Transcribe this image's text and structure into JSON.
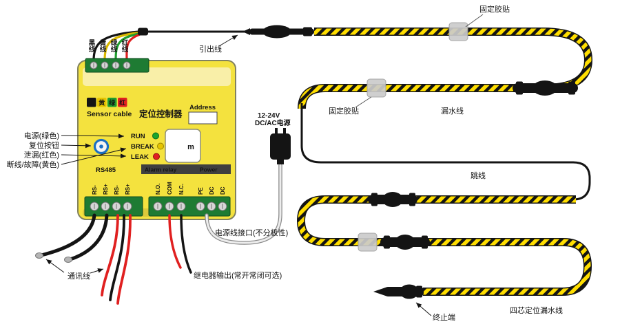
{
  "colors": {
    "controller_body": "#F4E23E",
    "terminal_block_green": "#1E7B33",
    "braid_yellow": "#FFDE00",
    "braid_black": "#141414",
    "led_run_green": "#1BA52D",
    "led_break_yellow": "#E6C400",
    "led_leak_red": "#E02020",
    "reset_button_blue": "#1A6FC4",
    "wire_black": "#141414",
    "wire_yellow": "#D9B800",
    "wire_green": "#1F9D2F",
    "wire_red": "#E02020",
    "tape_gray": "#CBCBCB"
  },
  "controller": {
    "title": "定位控制器",
    "sensor_cable": "Sensor cable",
    "chips": [
      "黑",
      "黄",
      "绿",
      "红"
    ],
    "address": "Address",
    "leds": {
      "run": "RUN",
      "break": "BREAK",
      "leak": "LEAK"
    },
    "display_unit": "m",
    "strip": {
      "alarm_relay": "Alarm relay",
      "power": "Power"
    },
    "rs485": "RS485",
    "rs_terminals": [
      "RS-",
      "RS+",
      "RS-",
      "RS+"
    ],
    "relay_terminals": [
      "N.O.",
      "COM",
      "N.C."
    ],
    "power_terminals": [
      "PE",
      "DC",
      "DC"
    ]
  },
  "labels": {
    "wire_black": "黑线",
    "wire_yellow": "黄线",
    "wire_green": "绿线",
    "wire_red": "红线",
    "lead_wire": "引出线",
    "power_led": "电源(绿色)",
    "reset_button": "复位按钮",
    "leak_led": "泄漏(红色)",
    "break_led": "断线/故障(黄色)",
    "comm_line": "通讯线",
    "relay_output": "继电器输出(常开常闭可选)",
    "power_port": "电源线接口(不分极性)",
    "psu_line1": "12-24V",
    "psu_line2": "DC/AC电源",
    "tape_top": "固定胶贴",
    "tape_mid": "固定胶贴",
    "leak_cable": "漏水线",
    "jumper": "跳线",
    "four_core_cable": "四芯定位漏水线",
    "terminator": "终止端"
  }
}
